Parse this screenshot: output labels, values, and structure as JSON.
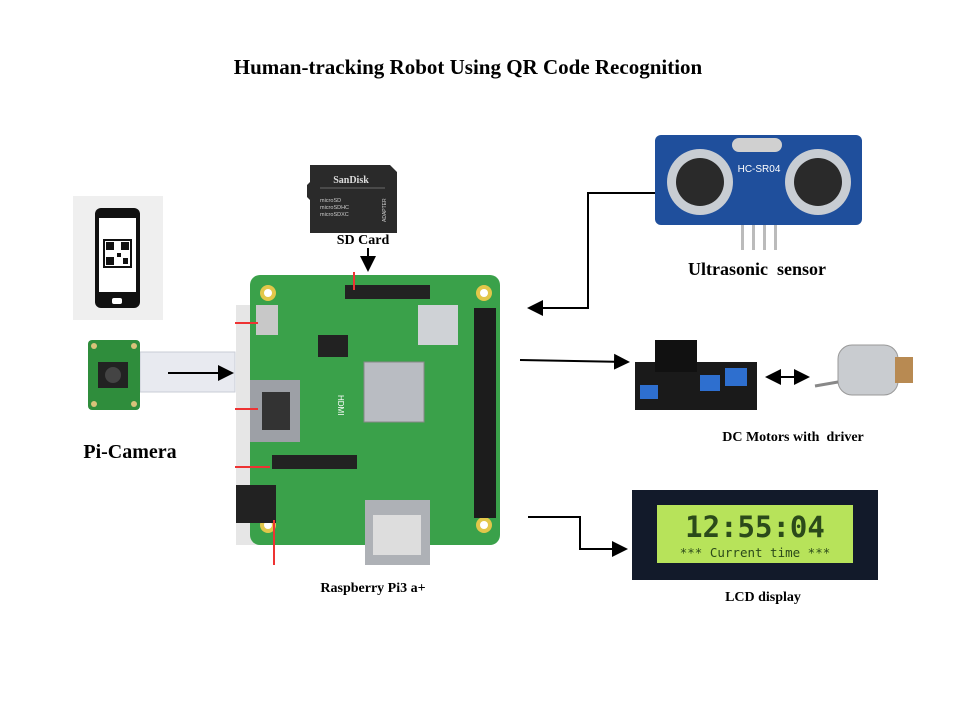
{
  "title": "Human-tracking Robot Using QR Code Recognition",
  "labels": {
    "sd_card": "SD Card",
    "ultrasonic": "Ultrasonic  sensor",
    "dc_motors": "DC Motors with  driver",
    "pi_camera": "Pi-Camera",
    "raspberry": "Raspberry Pi3 a+",
    "lcd": "LCD display"
  },
  "components": {
    "sd_brand": "SanDisk",
    "sd_lines": [
      "microSD",
      "microSDHC",
      "microSDXC"
    ],
    "sd_adapter": "ADAPTER",
    "sensor_model": "HC-SR04",
    "board_text": "HDMI",
    "lcd_time": "12:55:04",
    "lcd_line2": "*** Current time ***"
  },
  "colors": {
    "board": "#3aa14a",
    "lcd_screen": "#b7e35a",
    "sensor": "#1f4f9c",
    "arrow": "#000000"
  }
}
